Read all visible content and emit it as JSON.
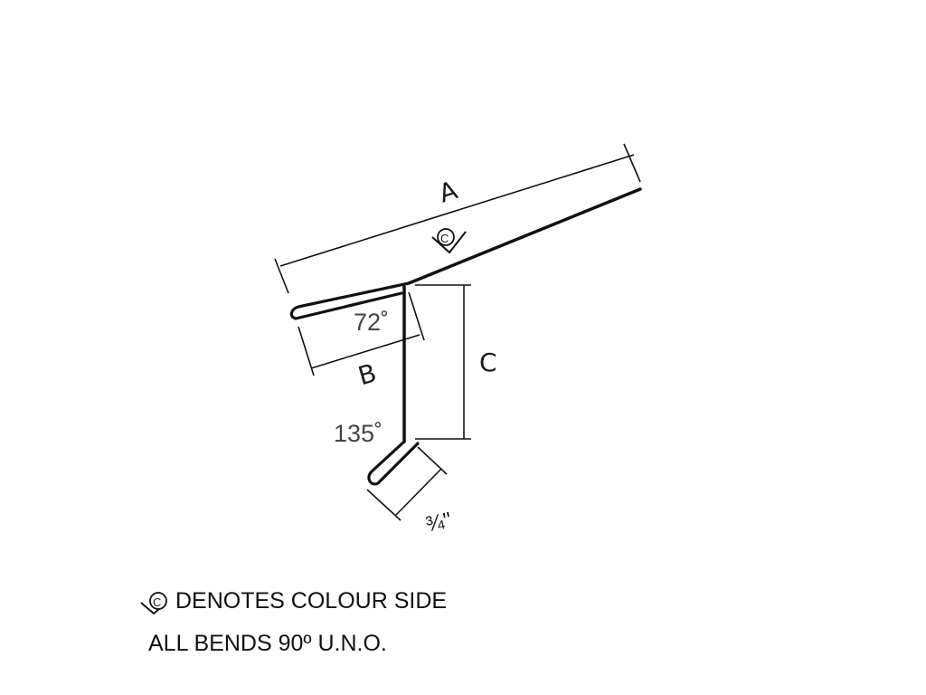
{
  "diagram": {
    "dimension_labels": {
      "a": "A",
      "b": "B",
      "c": "C",
      "hem": "¾\""
    },
    "angle_labels": {
      "top_bend": "72˚",
      "bottom_bend": "135˚"
    },
    "colour_side_symbol": "C"
  },
  "notes": {
    "symbol": "C",
    "colour_side": "DENOTES COLOUR SIDE",
    "bends": "ALL BENDS 90º U.N.O."
  },
  "colors": {
    "line": "#111111",
    "text": "#1a1a1a"
  }
}
